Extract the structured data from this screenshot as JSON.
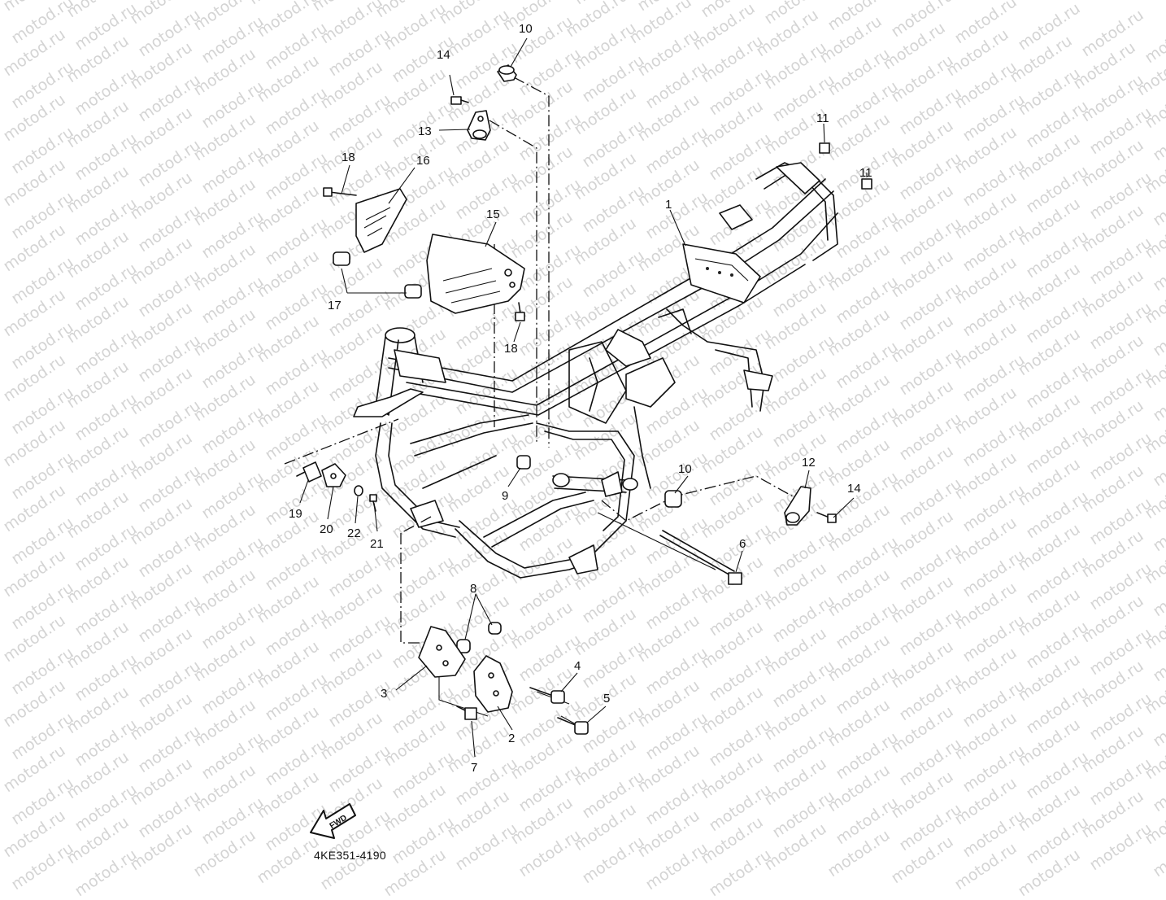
{
  "diagram": {
    "callouts": [
      "1",
      "2",
      "3",
      "4",
      "5",
      "6",
      "7",
      "8",
      "9",
      "10",
      "10",
      "11",
      "11",
      "12",
      "13",
      "14",
      "14",
      "15",
      "16",
      "17",
      "18",
      "18",
      "19",
      "20",
      "21",
      "22"
    ],
    "fwd_label": "FWD",
    "drawing_code": "4KE351-4190"
  },
  "watermark": {
    "text": "motod.ru"
  }
}
